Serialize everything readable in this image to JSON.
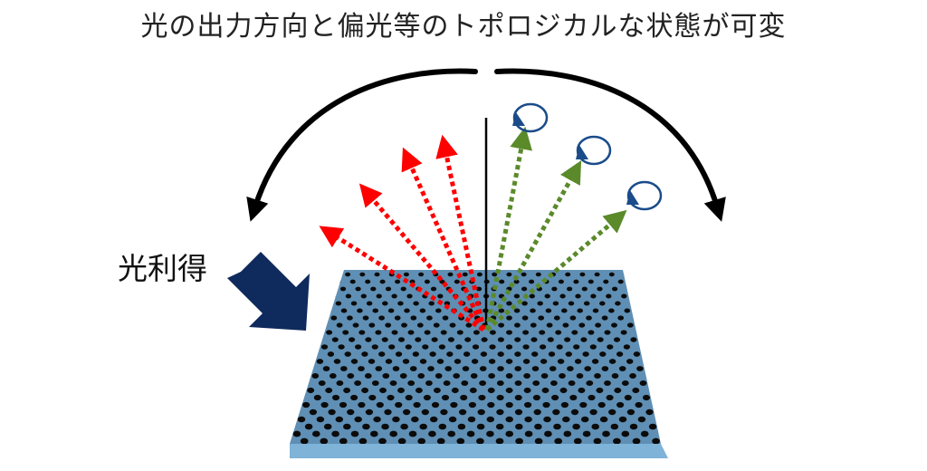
{
  "title": "光の出力方向と偏光等のトポロジカルな状態が可変",
  "pump_label": "光利得",
  "colors": {
    "slab_top": "#5f8fb4",
    "slab_side": "#7fb3d8",
    "holes": "#0b0b0b",
    "pump_arrow": "#0f2a5c",
    "red_arrows": "#ff0000",
    "green_arrows": "#5a8a2a",
    "polarization_icon": "#1a4c8a",
    "curved_arrows": "#000000"
  },
  "red_arrow_count": 4,
  "green_arrow_count": 3,
  "polarization_icon_count": 3
}
